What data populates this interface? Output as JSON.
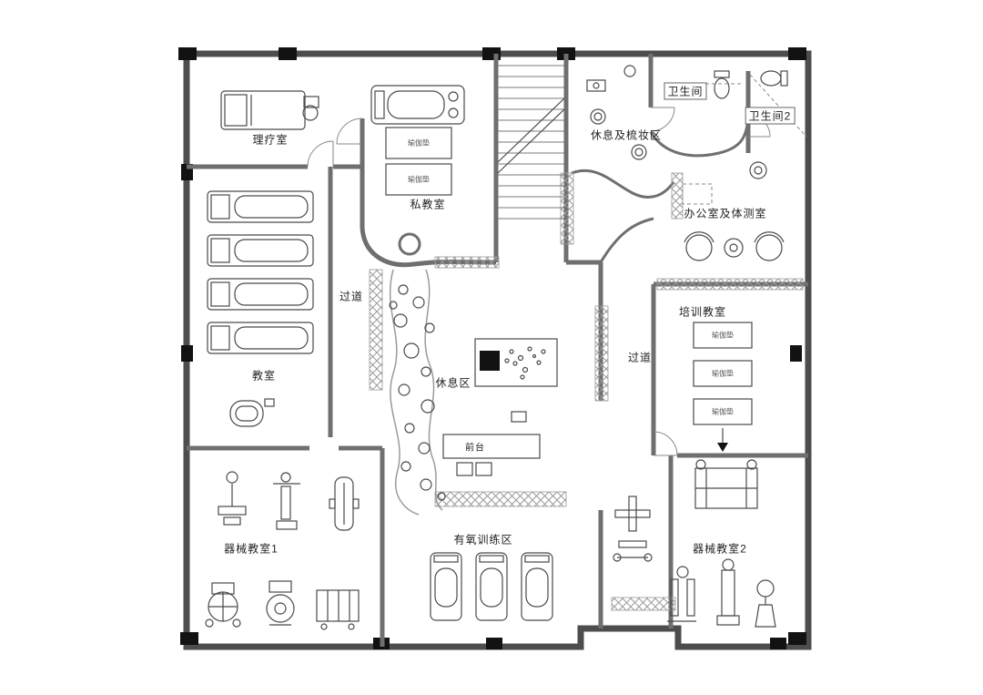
{
  "rooms": [
    {
      "id": "physio-room",
      "label": "理疗室"
    },
    {
      "id": "private-training-room",
      "label": "私教室"
    },
    {
      "id": "rest-dressing-area",
      "label": "休息及梳妆区"
    },
    {
      "id": "toilet-1",
      "label": "卫生间"
    },
    {
      "id": "toilet-2",
      "label": "卫生间2"
    },
    {
      "id": "office-body-test-room",
      "label": "办公室及体测室"
    },
    {
      "id": "training-classroom",
      "label": "培训教室"
    },
    {
      "id": "corridor-left",
      "label": "过道"
    },
    {
      "id": "classroom",
      "label": "教室"
    },
    {
      "id": "lounge-area",
      "label": "休息区"
    },
    {
      "id": "corridor-right",
      "label": "过道"
    },
    {
      "id": "front-desk",
      "label": "前台"
    },
    {
      "id": "equipment-room-1",
      "label": "器械教室1"
    },
    {
      "id": "aerobic-training-area",
      "label": "有氧训练区"
    },
    {
      "id": "equipment-room-2",
      "label": "器械教室2"
    }
  ],
  "mat_label": "瑜伽垫",
  "colors": {
    "wall_outer": "#4d4d4d",
    "wall_inner": "#6f6f6f",
    "furniture_line": "#4a4a4a",
    "column_fill": "#121212",
    "hatch_line": "#9a9a9a",
    "label_text": "#1f1f1f",
    "background": "#ffffff"
  }
}
